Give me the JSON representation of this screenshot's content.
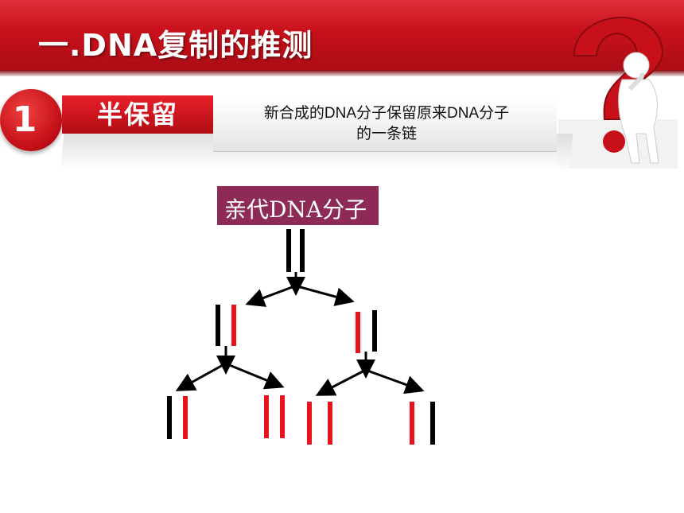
{
  "title": "一.DNA复制的推测",
  "badge_number": "1",
  "model": {
    "name": "半保留",
    "description_line1": "新合成的DNA分子保留原来DNA分子",
    "description_line2": "的一条链"
  },
  "diagram": {
    "parent_label": "亲代DNA分子",
    "colors": {
      "old_strand": "#000000",
      "new_strand": "#e8141c",
      "arrow": "#000000"
    }
  },
  "icons": {
    "mascot": "question-mark-figure-icon"
  }
}
